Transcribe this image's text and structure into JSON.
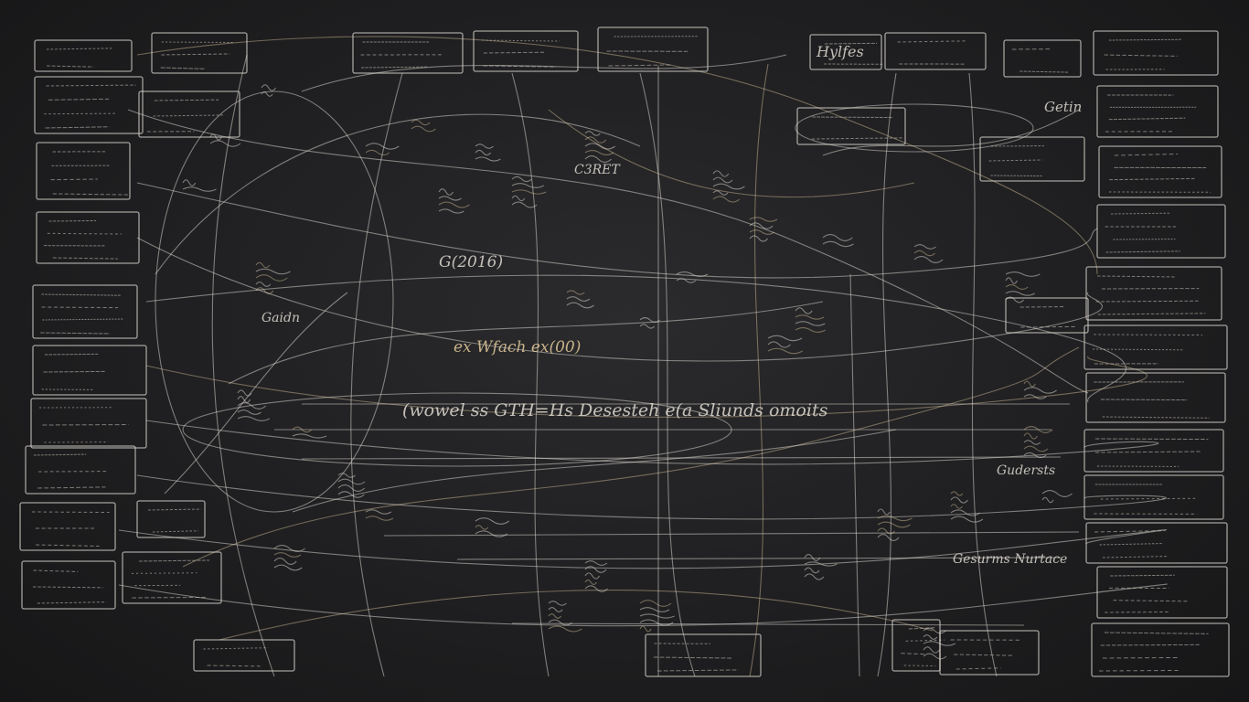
{
  "colors": {
    "background": "#1f1f21",
    "chalk": "#e2ded6",
    "chalk_warm": "#e8d2a6"
  },
  "labels": {
    "top_right_caption": "Getin",
    "center_eq_a": "G(2016)",
    "center_eq_b": "ex Wfach ex(00)",
    "center_main": "(wowel ss  GTH=Hs  Desesteh  e(a  Sliunds omoits",
    "right_mid": "Gudersts",
    "left_mid": "Gaidn",
    "lower_right_mid": "Gesurms Nurtace",
    "lower_center": "C3RET",
    "top_center_a": "Hylfes"
  }
}
